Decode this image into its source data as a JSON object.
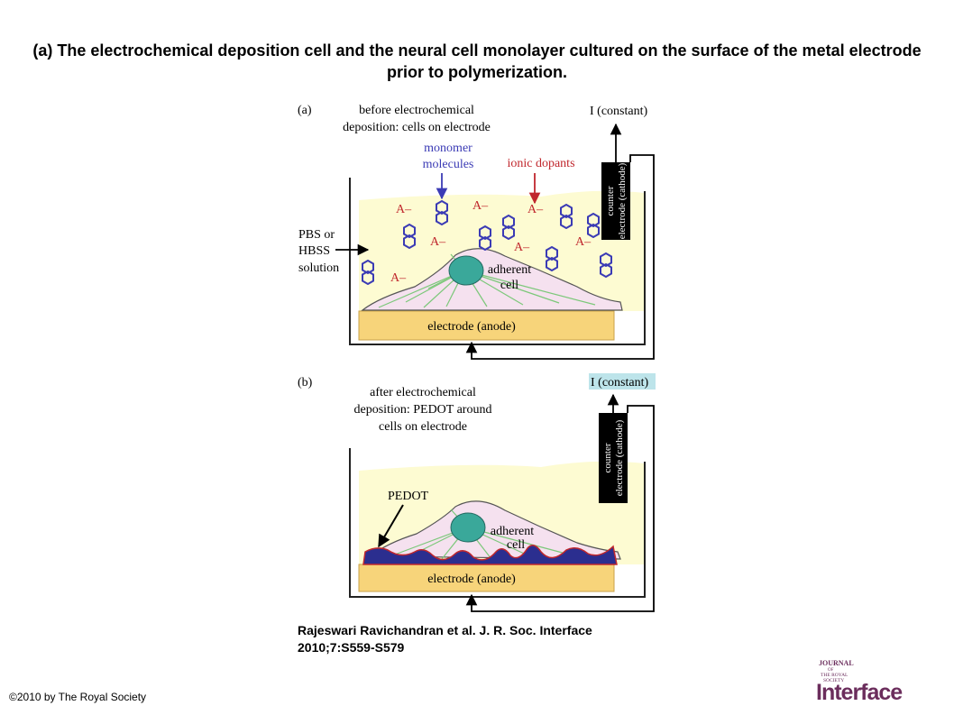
{
  "slide": {
    "title": "(a) The electrochemical deposition cell and the neural cell monolayer cultured on the surface of the metal electrode prior to polymerization.",
    "citation": "Rajeswari Ravichandran et al. J. R. Soc. Interface 2010;7:S559-S579",
    "copyright": "©2010 by The Royal Society"
  },
  "logo": {
    "top_line": "JOURNAL",
    "mid_line_1": "OF",
    "mid_line_2": "THE ROYAL",
    "mid_line_3": "SOCIETY",
    "main": "Interface",
    "color": "#6b2d5c"
  },
  "panel_a": {
    "label": "(a)",
    "heading_1": "before electrochemical",
    "heading_2": "deposition: cells on electrode",
    "monomer_1": "monomer",
    "monomer_2": "molecules",
    "dopants": "ionic dopants",
    "current": "I (constant)",
    "counter_1": "counter",
    "counter_2": "electrode (cathode)",
    "solution_1": "PBS or",
    "solution_2": "HBSS",
    "solution_3": "solution",
    "cell_1": "adherent",
    "cell_2": "cell",
    "electrode": "electrode (anode)",
    "anion": "A–"
  },
  "panel_b": {
    "label": "(b)",
    "heading_1": "after electrochemical",
    "heading_2": "deposition: PEDOT around",
    "heading_3": "cells on electrode",
    "current": "I (constant)",
    "counter_1": "counter",
    "counter_2": "electrode (cathode)",
    "pedot": "PEDOT",
    "cell_1": "adherent",
    "cell_2": "cell",
    "electrode": "electrode (anode)"
  },
  "colors": {
    "solution": "#fdfbd2",
    "electrode": "#f7d47a",
    "cell_body": "#f5e1ef",
    "nucleus": "#3aa89a",
    "filament": "#7cc87a",
    "monomer": "#3b3bb5",
    "dopant": "#c0272d",
    "pedot": "#2b2e8f",
    "current_highlight": "#bde4ea"
  }
}
